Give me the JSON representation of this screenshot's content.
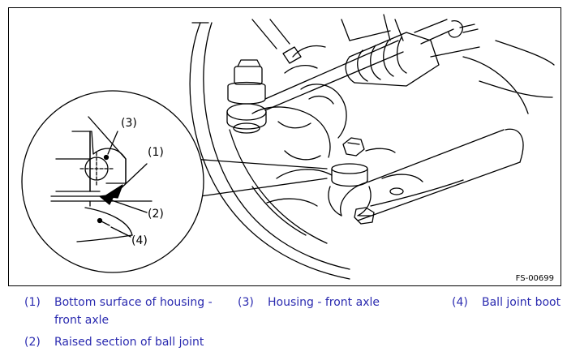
{
  "figure": {
    "id": "FS-00699",
    "callouts": {
      "c1": "(1)",
      "c2": "(2)",
      "c3": "(3)",
      "c4": "(4)"
    }
  },
  "legend": [
    {
      "num": "(1)",
      "line1": "Bottom surface of housing -",
      "line2": "front axle"
    },
    {
      "num": "(2)",
      "line1": "Raised section of ball joint"
    },
    {
      "num": "(3)",
      "line1": "Housing - front axle"
    },
    {
      "num": "(4)",
      "line1": "Ball joint boot"
    }
  ],
  "colors": {
    "legend_text": "#2b2bb0",
    "lines": "#000000"
  }
}
